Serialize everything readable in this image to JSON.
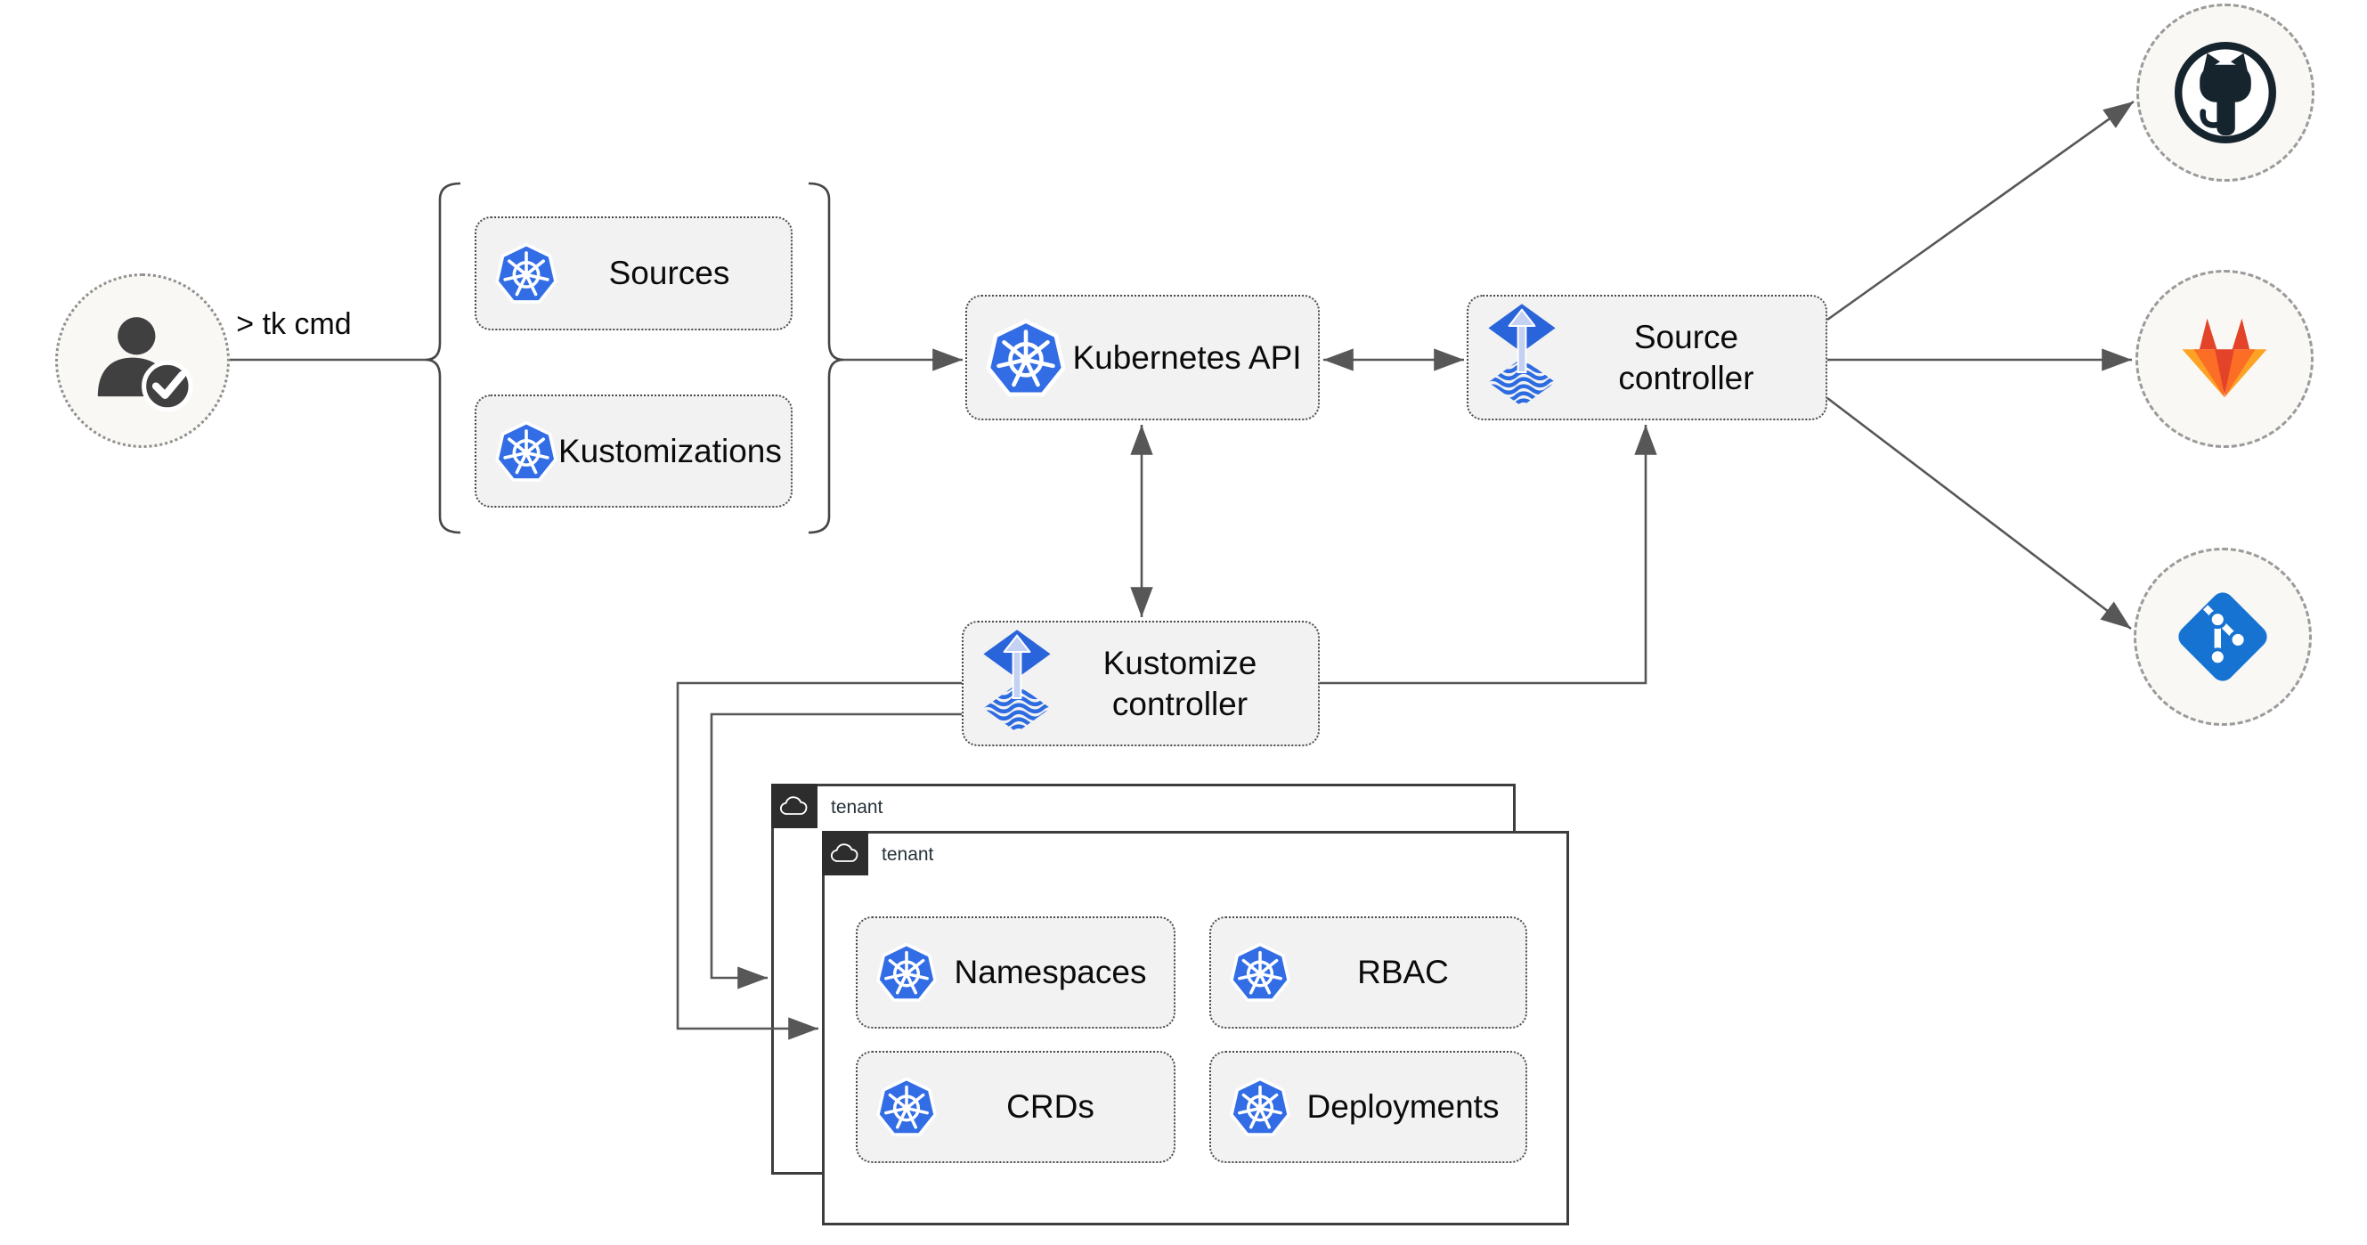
{
  "command": {
    "label": "> tk cmd"
  },
  "nodes": {
    "sources": {
      "label": "Sources"
    },
    "kustomizations": {
      "label": "Kustomizations"
    },
    "kubernetes_api": {
      "label": "Kubernetes API"
    },
    "source_controller": {
      "label": "Source controller"
    },
    "kustomize_controller": {
      "label": "Kustomize controller"
    },
    "namespaces": {
      "label": "Namespaces"
    },
    "rbac": {
      "label": "RBAC"
    },
    "crds": {
      "label": "CRDs"
    },
    "deployments": {
      "label": "Deployments"
    }
  },
  "tenants": {
    "back": {
      "label": "tenant"
    },
    "front": {
      "label": "tenant"
    }
  },
  "icons": {
    "user": "user-check-icon",
    "kubernetes": "kubernetes-wheel-icon",
    "flux": "flux-toolkit-icon",
    "cloud": "cloud-icon",
    "repositories": [
      "github-logo",
      "gitlab-logo",
      "git-logo"
    ]
  },
  "colors": {
    "kubernetes_blue": "#326de6",
    "flux_diamond_blue": "#2a64da",
    "flux_arrow_pale": "#c5d1f2",
    "flux_wave_blue": "#2d6be0",
    "github_dark": "#16242e",
    "gitlab_red": "#e24329",
    "gitlab_orange": "#fc6d26",
    "gitlab_light_orange": "#fca326",
    "git_blue": "#1673d2",
    "node_fill": "#f2f2f2",
    "arrow_gray": "#575757",
    "tenant_tab_dark": "#2d2d2d",
    "circle_fill": "#faf8f4"
  }
}
